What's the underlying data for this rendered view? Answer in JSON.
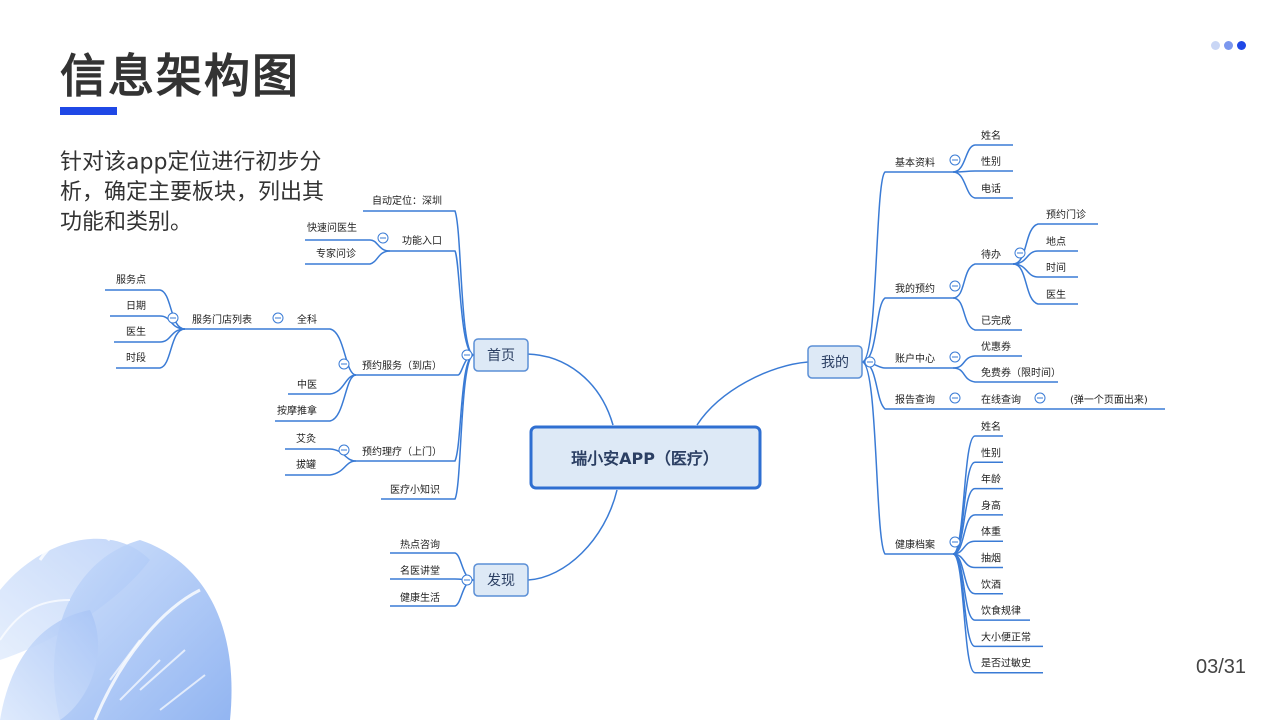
{
  "header": {
    "title": "信息架构图",
    "intro": "针对该app定位进行初步分析，确定主要板块，列出其功能和类别。"
  },
  "footer": {
    "page": "03/31"
  },
  "colors": {
    "accent": "#1f48e6",
    "line": "#3a7bd5",
    "node_fill": "#dde9f6",
    "node_border": "#5b8fd6"
  },
  "mindmap": {
    "center": "瑞小安APP（医疗）",
    "branches": {
      "home": "首页",
      "discover": "发现",
      "mine": "我的"
    },
    "home": {
      "location": "自动定位：深圳",
      "function_entry": "功能入口",
      "quick_ask": "快速问医生",
      "expert": "专家问诊",
      "appointment": "预约服务（到店）",
      "general": "全科",
      "store_list": "服务门店列表",
      "service_point": "服务点",
      "date": "日期",
      "doctor": "医生",
      "time_slot": "时段",
      "tcm": "中医",
      "massage": "按摩推拿",
      "therapy": "预约理疗（上门）",
      "moxibustion": "艾灸",
      "cupping": "拔罐",
      "knowledge": "医疗小知识"
    },
    "discover": {
      "hot": "热点咨询",
      "lecture": "名医讲堂",
      "healthy_life": "健康生活"
    },
    "mine": {
      "basic_info": "基本资料",
      "name": "姓名",
      "gender": "性别",
      "phone": "电话",
      "my_appointment": "我的预约",
      "pending": "待办",
      "appt_store": "预约门诊",
      "place": "地点",
      "time": "时间",
      "doctor": "医生",
      "done": "已完成",
      "account": "账户中心",
      "coupon": "优惠券",
      "free_coupon": "免费券（限时间）",
      "report": "报告查询",
      "online_query": "在线查询",
      "popup": "(弹一个页面出来)",
      "health_record": "健康档案",
      "hr_items": [
        "姓名",
        "性别",
        "年龄",
        "身高",
        "体重",
        "抽烟",
        "饮酒",
        "饮食规律",
        "大小便正常",
        "是否过敏史"
      ]
    }
  }
}
